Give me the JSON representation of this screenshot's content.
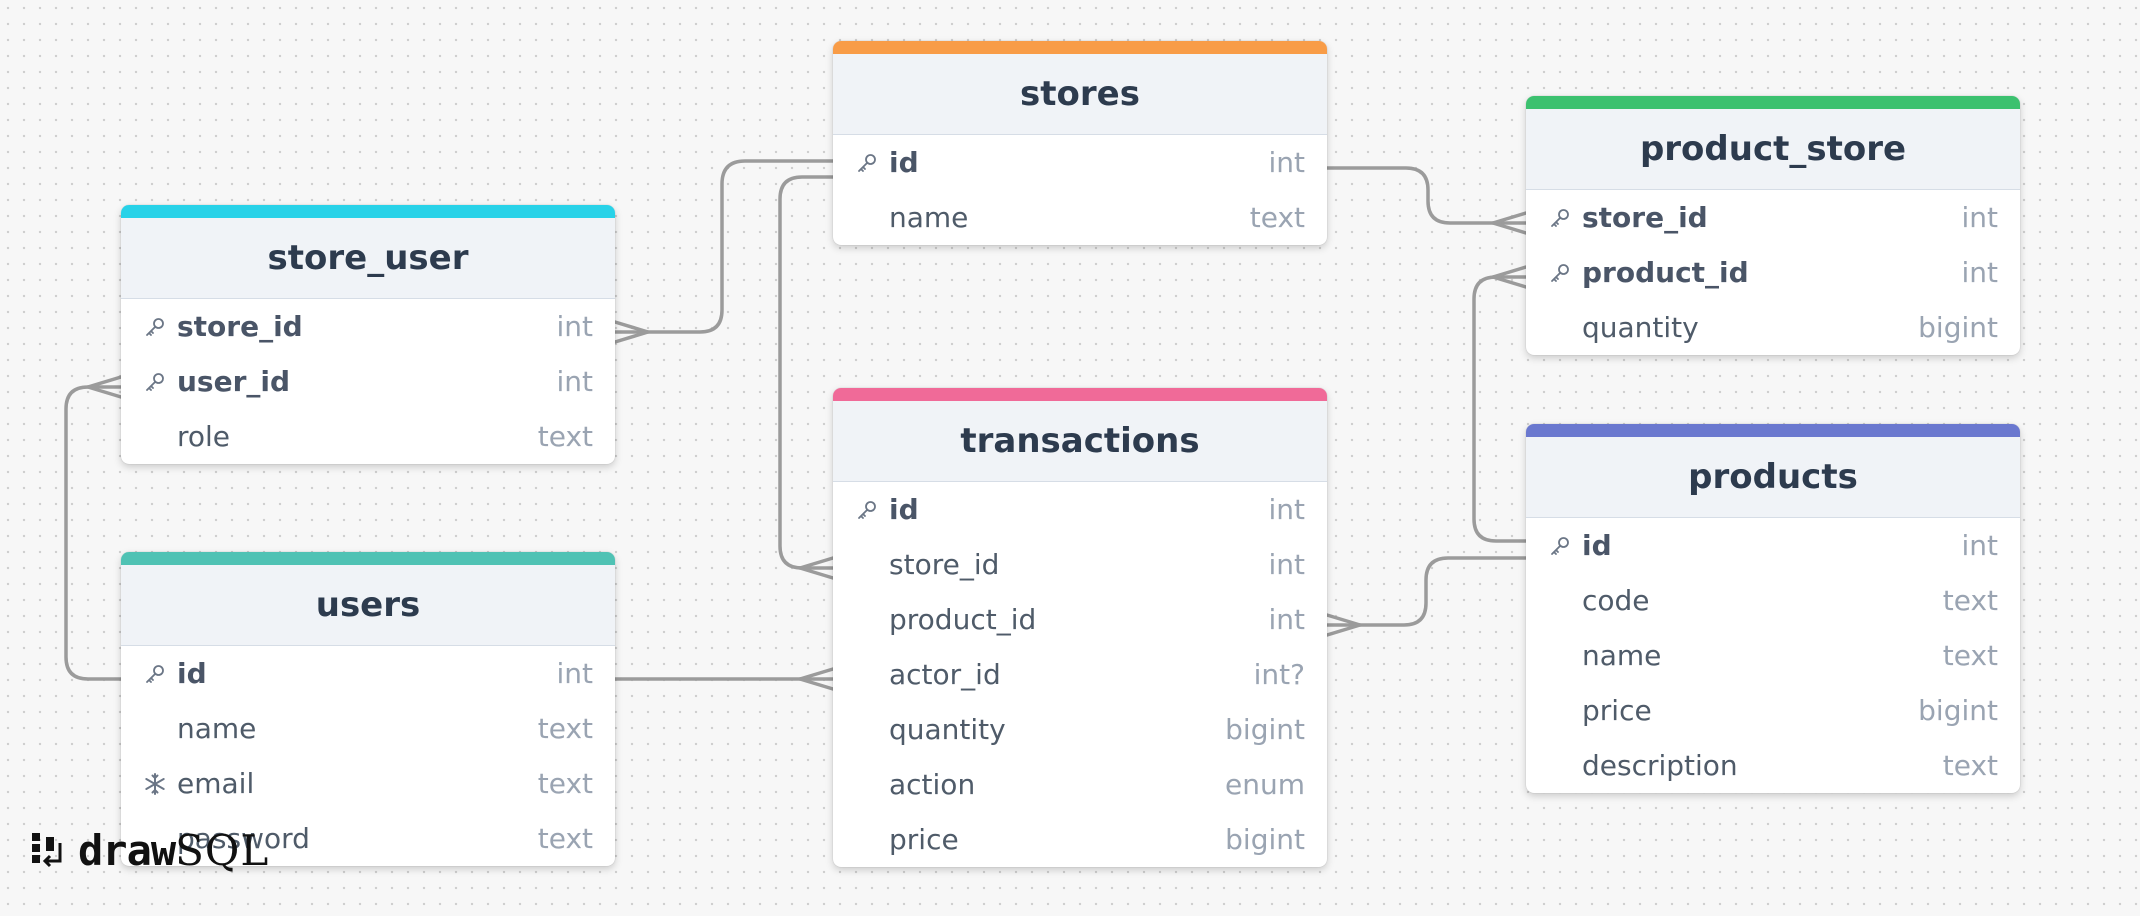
{
  "tables": [
    {
      "id": "stores",
      "title": "stores",
      "color": "#f89c47",
      "columns": [
        {
          "name": "id",
          "type": "int",
          "icon": "key-icon"
        },
        {
          "name": "name",
          "type": "text",
          "icon": ""
        }
      ]
    },
    {
      "id": "product_store",
      "title": "product_store",
      "color": "#3cc16f",
      "columns": [
        {
          "name": "store_id",
          "type": "int",
          "icon": "key-icon"
        },
        {
          "name": "product_id",
          "type": "int",
          "icon": "key-icon"
        },
        {
          "name": "quantity",
          "type": "bigint",
          "icon": ""
        }
      ]
    },
    {
      "id": "store_user",
      "title": "store_user",
      "color": "#28d2e8",
      "columns": [
        {
          "name": "store_id",
          "type": "int",
          "icon": "key-icon"
        },
        {
          "name": "user_id",
          "type": "int",
          "icon": "key-icon"
        },
        {
          "name": "role",
          "type": "text",
          "icon": ""
        }
      ]
    },
    {
      "id": "transactions",
      "title": "transactions",
      "color": "#f06a98",
      "columns": [
        {
          "name": "id",
          "type": "int",
          "icon": "key-icon"
        },
        {
          "name": "store_id",
          "type": "int",
          "icon": ""
        },
        {
          "name": "product_id",
          "type": "int",
          "icon": ""
        },
        {
          "name": "actor_id",
          "type": "int?",
          "icon": ""
        },
        {
          "name": "quantity",
          "type": "bigint",
          "icon": ""
        },
        {
          "name": "action",
          "type": "enum",
          "icon": ""
        },
        {
          "name": "price",
          "type": "bigint",
          "icon": ""
        }
      ]
    },
    {
      "id": "products",
      "title": "products",
      "color": "#6a78cf",
      "columns": [
        {
          "name": "id",
          "type": "int",
          "icon": "key-icon"
        },
        {
          "name": "code",
          "type": "text",
          "icon": ""
        },
        {
          "name": "name",
          "type": "text",
          "icon": ""
        },
        {
          "name": "price",
          "type": "bigint",
          "icon": ""
        },
        {
          "name": "description",
          "type": "text",
          "icon": ""
        }
      ]
    },
    {
      "id": "users",
      "title": "users",
      "color": "#4fc2b4",
      "columns": [
        {
          "name": "id",
          "type": "int",
          "icon": "key-icon"
        },
        {
          "name": "name",
          "type": "text",
          "icon": ""
        },
        {
          "name": "email",
          "type": "text",
          "icon": "snowflake-icon"
        },
        {
          "name": "password",
          "type": "text",
          "icon": ""
        }
      ]
    }
  ],
  "relations": [
    {
      "from": "stores.id",
      "to": "store_user.store_id",
      "cardinality": "one-to-many"
    },
    {
      "from": "stores.id",
      "to": "transactions.store_id",
      "cardinality": "one-to-many"
    },
    {
      "from": "stores.id",
      "to": "product_store.store_id",
      "cardinality": "one-to-many"
    },
    {
      "from": "products.id",
      "to": "product_store.product_id",
      "cardinality": "one-to-many"
    },
    {
      "from": "products.id",
      "to": "transactions.product_id",
      "cardinality": "one-to-many"
    },
    {
      "from": "users.id",
      "to": "store_user.user_id",
      "cardinality": "one-to-many"
    },
    {
      "from": "users.id",
      "to": "transactions.actor_id",
      "cardinality": "one-to-many"
    }
  ],
  "logo": {
    "part1": "draw",
    "part2": "SQL"
  }
}
